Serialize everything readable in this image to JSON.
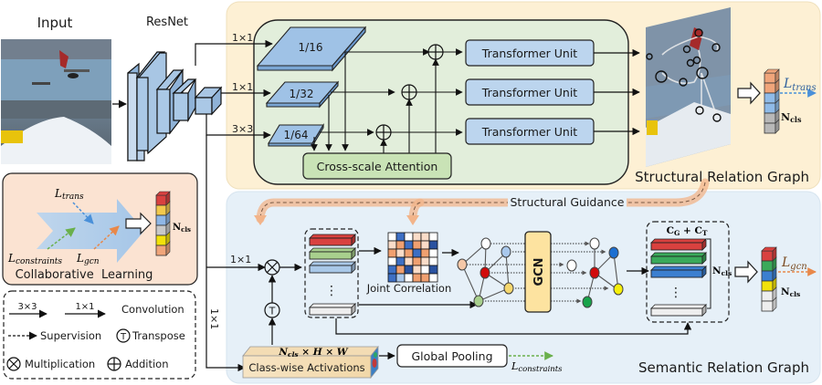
{
  "input": {
    "title": "Input"
  },
  "backbone": {
    "title": "ResNet"
  },
  "structural": {
    "title": "Structural Relation Graph",
    "conv_labels": [
      "1×1",
      "1×1",
      "3×3"
    ],
    "scales": [
      "1/16",
      "1/32",
      "1/64"
    ],
    "transformer_units": [
      "Transformer Unit",
      "Transformer Unit",
      "Transformer Unit"
    ],
    "cross_scale": "Cross-scale Attention",
    "output": {
      "loss_main": "L",
      "loss_sub": "trans",
      "ncls_main": "N",
      "ncls_sub": "cls",
      "cells": [
        "#f0a57a",
        "#f0a57a",
        "#8fbbe8",
        "#8fbbe8",
        "#b8b8b8",
        "#b8b8b8"
      ]
    }
  },
  "guidance": {
    "label": "Structural Guidance"
  },
  "semantic": {
    "title": "Semantic Relation Graph",
    "conv_top": "1×1",
    "conv_side": "1×1",
    "feature_colors": [
      "#d9413f",
      "#a8d08d",
      "#a9c8e8",
      "#eeeeee"
    ],
    "joint_correlation": "Joint Correlation",
    "gcn": "GCN",
    "concat_main": "C",
    "concat_g": "G",
    "concat_plus": " + C",
    "concat_t": "T",
    "ncls_main": "N",
    "ncls_sub": "cls",
    "output_colors": [
      "#d9413f",
      "#3aaa5a",
      "#3b7fd0",
      "#f2e20a",
      "#eeeeee",
      "#eeeeee"
    ],
    "out_ncls_main": "N",
    "out_ncls_sub": "cls",
    "loss_main": "L",
    "loss_sub": "gcn",
    "activations": "Class-wise Activations",
    "activations_dims": "N",
    "activations_dims_sub": "cls",
    "activations_dims_rest": " × H × W",
    "pooling": "Global Pooling",
    "constraints_main": "L",
    "constraints_sub": "constraints",
    "transpose_symbol": "T"
  },
  "collab": {
    "title": "Collaborative  Learning",
    "loss_trans_main": "L",
    "loss_trans_sub": "trans",
    "loss_constraints_main": "L",
    "loss_constraints_sub": "constraints",
    "loss_gcn_main": "L",
    "loss_gcn_sub": "gcn",
    "ncls_main": "N",
    "ncls_sub": "cls",
    "cells": [
      "#d9413f",
      "#f2c94c",
      "#8fb7e6",
      "#c8c8c8",
      "#f2e20a",
      "#f0a57a"
    ]
  },
  "legend": {
    "conv_a": "3×3",
    "conv_b": "1×1",
    "convolution": "Convolution",
    "supervision": "Supervision",
    "transpose": "Transpose",
    "transpose_symbol": "T",
    "multiplication": "Multiplication",
    "addition": "Addition"
  },
  "colors": {
    "structural_bg": "#fdf0d4",
    "semantic_bg": "#e6f0f8",
    "inner_green": "#e2eedb",
    "collab_bg": "#fbe3d2",
    "unit_blue": "#bcd5ee",
    "guidance": "#f2b48a",
    "gcn": "#fde3a0"
  }
}
